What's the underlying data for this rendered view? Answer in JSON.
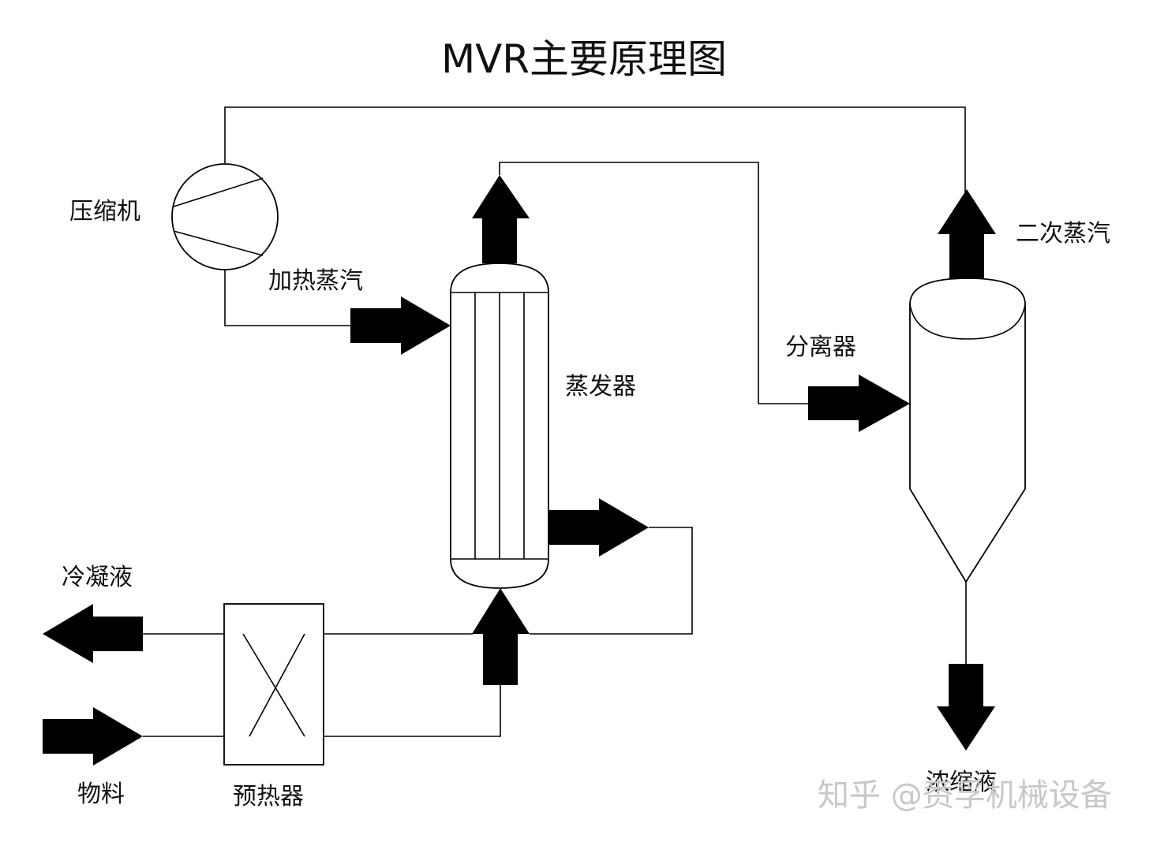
{
  "title": "MVR主要原理图",
  "labels": {
    "compressor": "压缩机",
    "heating_steam": "加热蒸汽",
    "evaporator": "蒸发器",
    "separator": "分离器",
    "secondary_steam": "二次蒸汽",
    "condensate": "冷凝液",
    "feed": "物料",
    "preheater": "预热器",
    "concentrate": "浓缩液"
  },
  "watermark": "知乎 @赉孚机械设备",
  "colors": {
    "line": "#000000",
    "background": "#ffffff",
    "watermark": "#c8c8c8"
  }
}
